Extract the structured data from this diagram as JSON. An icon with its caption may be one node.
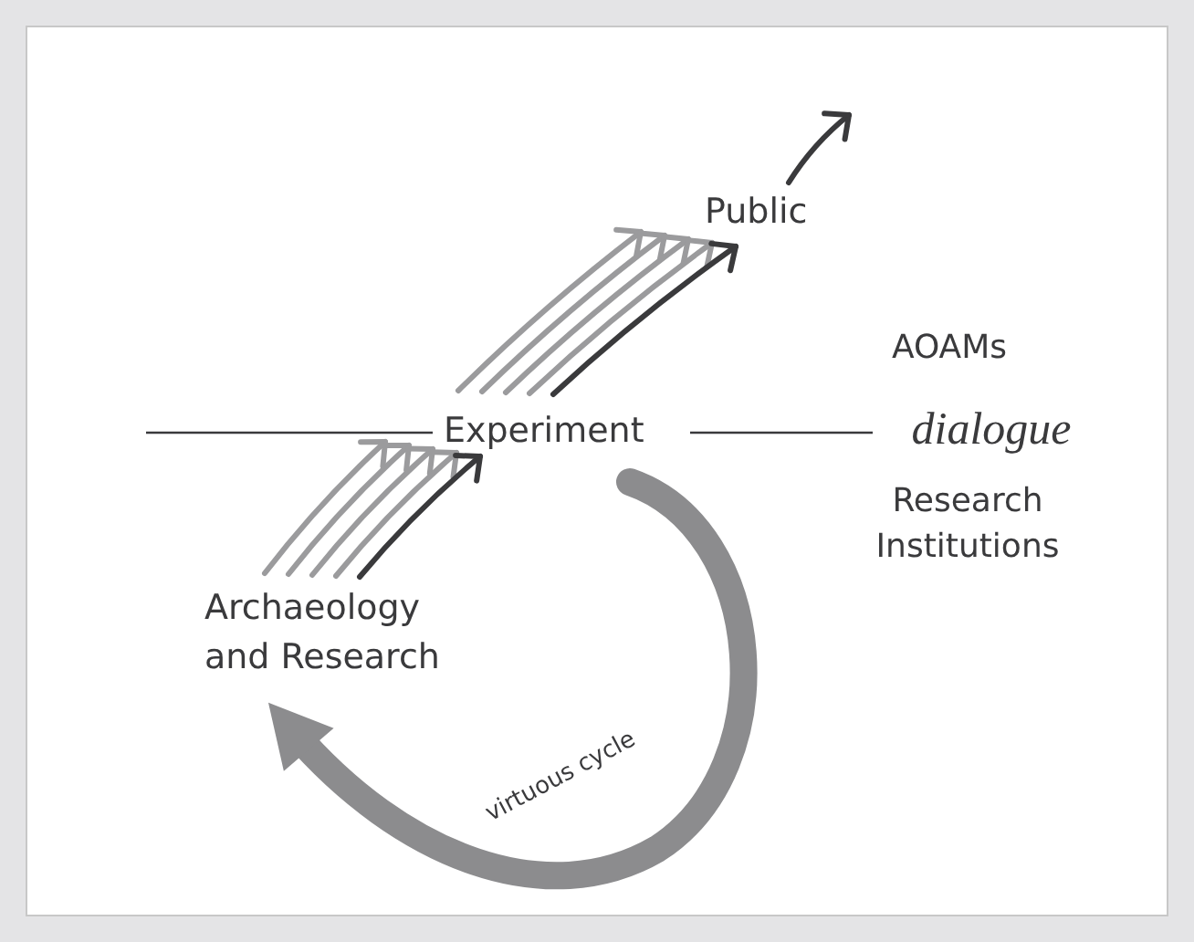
{
  "diagram": {
    "nodes": [
      {
        "text": [
          "Archaeology and Research"
        ]
      },
      {
        "text": [
          "Experiment"
        ]
      },
      {
        "text": [
          "Public"
        ]
      }
    ],
    "edges": [
      {
        "from": 0,
        "to": 1,
        "arrow": "to",
        "color": "#9b9b9d"
      },
      {
        "from": 0,
        "to": 1,
        "arrow": "to",
        "color": "#9b9b9d"
      },
      {
        "from": 0,
        "to": 1,
        "arrow": "to",
        "color": "#9b9b9d"
      },
      {
        "from": 0,
        "to": 1,
        "arrow": "to",
        "color": "#9b9b9d"
      },
      {
        "from": 0,
        "to": 1,
        "arrow": "to",
        "color": "#3a3a3c"
      },
      {
        "from": 1,
        "to": 2,
        "arrow": "to",
        "color": "#9b9b9d"
      },
      {
        "from": 1,
        "to": 2,
        "arrow": "to",
        "color": "#9b9b9d"
      },
      {
        "from": 1,
        "to": 2,
        "arrow": "to",
        "color": "#9b9b9d"
      },
      {
        "from": 1,
        "to": 2,
        "arrow": "to",
        "color": "#9b9b9d"
      },
      {
        "from": 1,
        "to": 2,
        "arrow": "to",
        "color": "#3a3a3c"
      },
      {
        "from": 2,
        "to": null,
        "arrow": "to",
        "color": "#3a3a3c"
      },
      {
        "from": 1,
        "to": 0,
        "arrow": "to",
        "label": "virtuous cycle",
        "style": "thick",
        "color": "#8c8c8e"
      }
    ],
    "labels": [
      "AOAMs",
      "dialogue",
      "Research Institutions"
    ]
  }
}
